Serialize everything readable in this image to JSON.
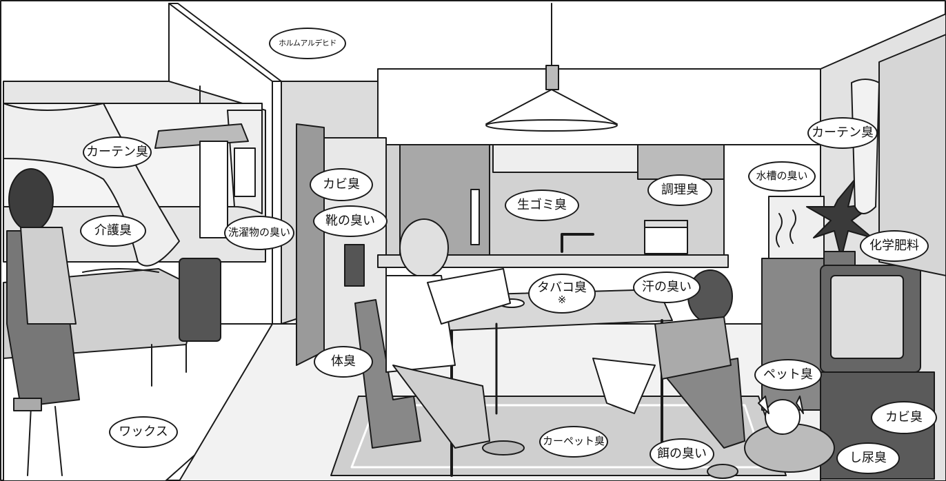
{
  "labels": {
    "formaldehyde": "ホルムアルデヒド",
    "curtain_left": "カーテン臭",
    "care": "介護臭",
    "laundry": "洗濯物の臭い",
    "mold_closet": "カビ臭",
    "shoes": "靴の臭い",
    "kitchen_garbage": "生ゴミ臭",
    "cooking": "調理臭",
    "curtain_right": "カーテン臭",
    "aquarium": "水槽の臭い",
    "fertilizer": "化学肥料",
    "tobacco": "タバコ臭",
    "tobacco_note": "※",
    "sweat": "汗の臭い",
    "body": "体臭",
    "wax": "ワックス",
    "carpet": "カーペット臭",
    "pet_food": "餌の臭い",
    "pet": "ペット臭",
    "mold_right": "カビ臭",
    "urine": "し尿臭"
  }
}
